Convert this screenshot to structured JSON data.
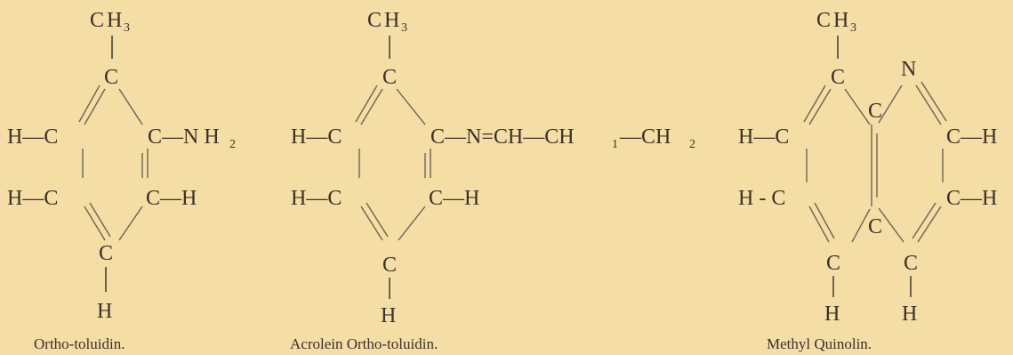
{
  "molecules": [
    {
      "caption": "Ortho-toluidin.",
      "top_group": "C",
      "top_group_sub": "3",
      "top_group_h": "H",
      "atoms": {
        "c_top": "C",
        "left_upper": "H—C",
        "right_upper": "C—N H",
        "right_upper_sub": "2",
        "left_lower": "H—C",
        "right_lower": "C—H",
        "c_bottom": "C",
        "h_bottom": "H"
      }
    },
    {
      "caption": "Acrolein Ortho-toluidin.",
      "top_group": "C",
      "top_group_sub": "3",
      "top_group_h": "H",
      "atoms": {
        "c_top": "C",
        "left_upper": "H—C",
        "right_upper": "C—N=CH—CH",
        "right_upper_sub1": "1",
        "right_upper_tail": "—CH",
        "right_upper_sub2": "2",
        "left_lower": "H—C",
        "right_lower": "C—H",
        "c_bottom": "C",
        "h_bottom": "H"
      }
    },
    {
      "caption": "Methyl Quinolin.",
      "top_group": "C",
      "top_group_sub": "3",
      "top_group_h": "H",
      "atoms": {
        "c_top": "C",
        "n_top": "N",
        "c_mid_upper": "C",
        "c_mid_lower": "C",
        "left_upper": "H—C",
        "left_lower": "H - C",
        "right_upper": "C—H",
        "right_lower": "C—H",
        "c_bottom_left": "C",
        "h_bottom_left": "H",
        "c_bottom_right": "C",
        "h_bottom_right": "H"
      }
    }
  ],
  "colors": {
    "paper": "#f4dea6",
    "ink": "#3a3028"
  }
}
